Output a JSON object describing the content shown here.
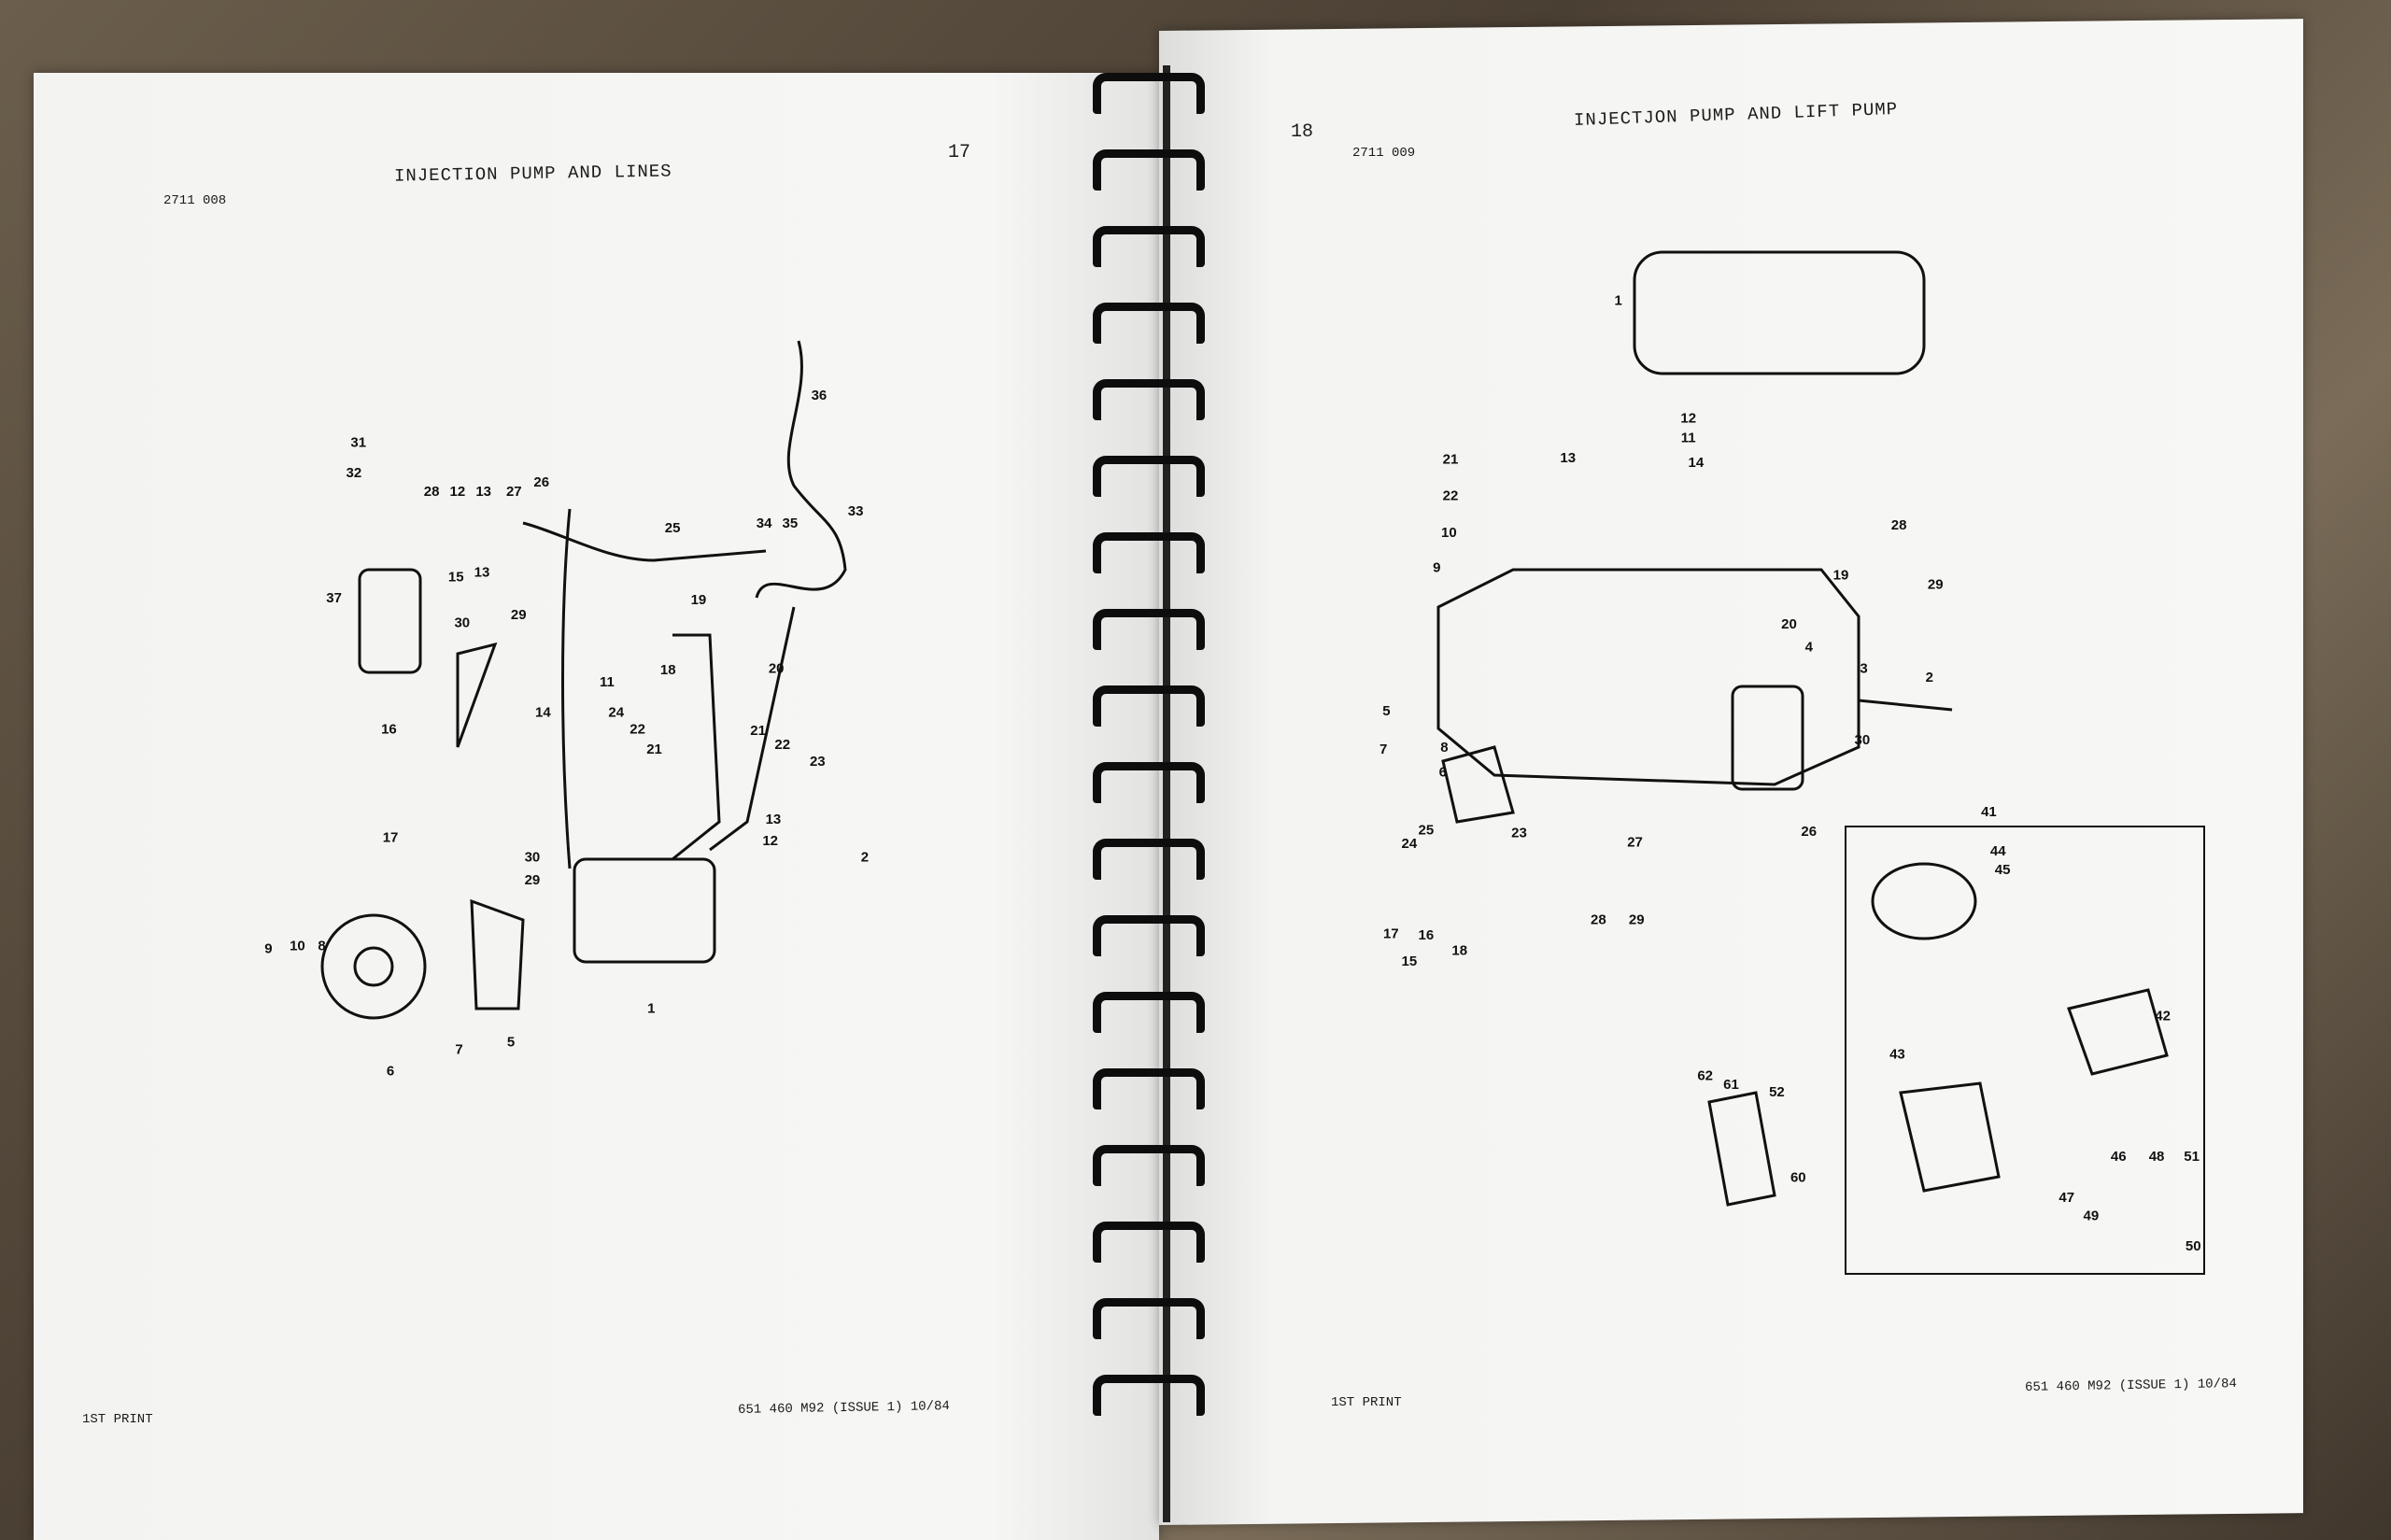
{
  "left_page": {
    "page_number": "17",
    "title": "INJECTION PUMP AND LINES",
    "figure_ref": "2711 008",
    "footer_left": "1ST PRINT",
    "footer_right": "651 460 M92 (ISSUE 1) 10/84",
    "callouts": [
      "31",
      "32",
      "28",
      "12",
      "13",
      "27",
      "26",
      "25",
      "36",
      "33",
      "34",
      "35",
      "15",
      "13",
      "30",
      "29",
      "37",
      "19",
      "18",
      "20",
      "11",
      "14",
      "24",
      "22",
      "21",
      "21",
      "22",
      "23",
      "16",
      "17",
      "13",
      "12",
      "30",
      "29",
      "2",
      "9",
      "10",
      "8",
      "7",
      "5",
      "6",
      "1"
    ]
  },
  "right_page": {
    "page_number": "18",
    "title": "INJECTJON PUMP AND LIFT PUMP",
    "figure_ref": "2711 009",
    "footer_left": "1ST PRINT",
    "footer_right": "651 460 M92 (ISSUE 1) 10/84",
    "callouts": [
      "1",
      "12",
      "11",
      "14",
      "13",
      "21",
      "22",
      "28",
      "19",
      "29",
      "10",
      "9",
      "20",
      "4",
      "3",
      "2",
      "5",
      "7",
      "6",
      "8",
      "30",
      "23",
      "25",
      "24",
      "26",
      "27",
      "17",
      "16",
      "18",
      "15",
      "28",
      "29",
      "41",
      "44",
      "45",
      "42",
      "43",
      "46",
      "48",
      "51",
      "47",
      "49",
      "50",
      "62",
      "61",
      "52",
      "60"
    ]
  },
  "colors": {
    "paper": "#f4f4f2",
    "ink": "#111111",
    "binding": "#0d0d0d"
  }
}
